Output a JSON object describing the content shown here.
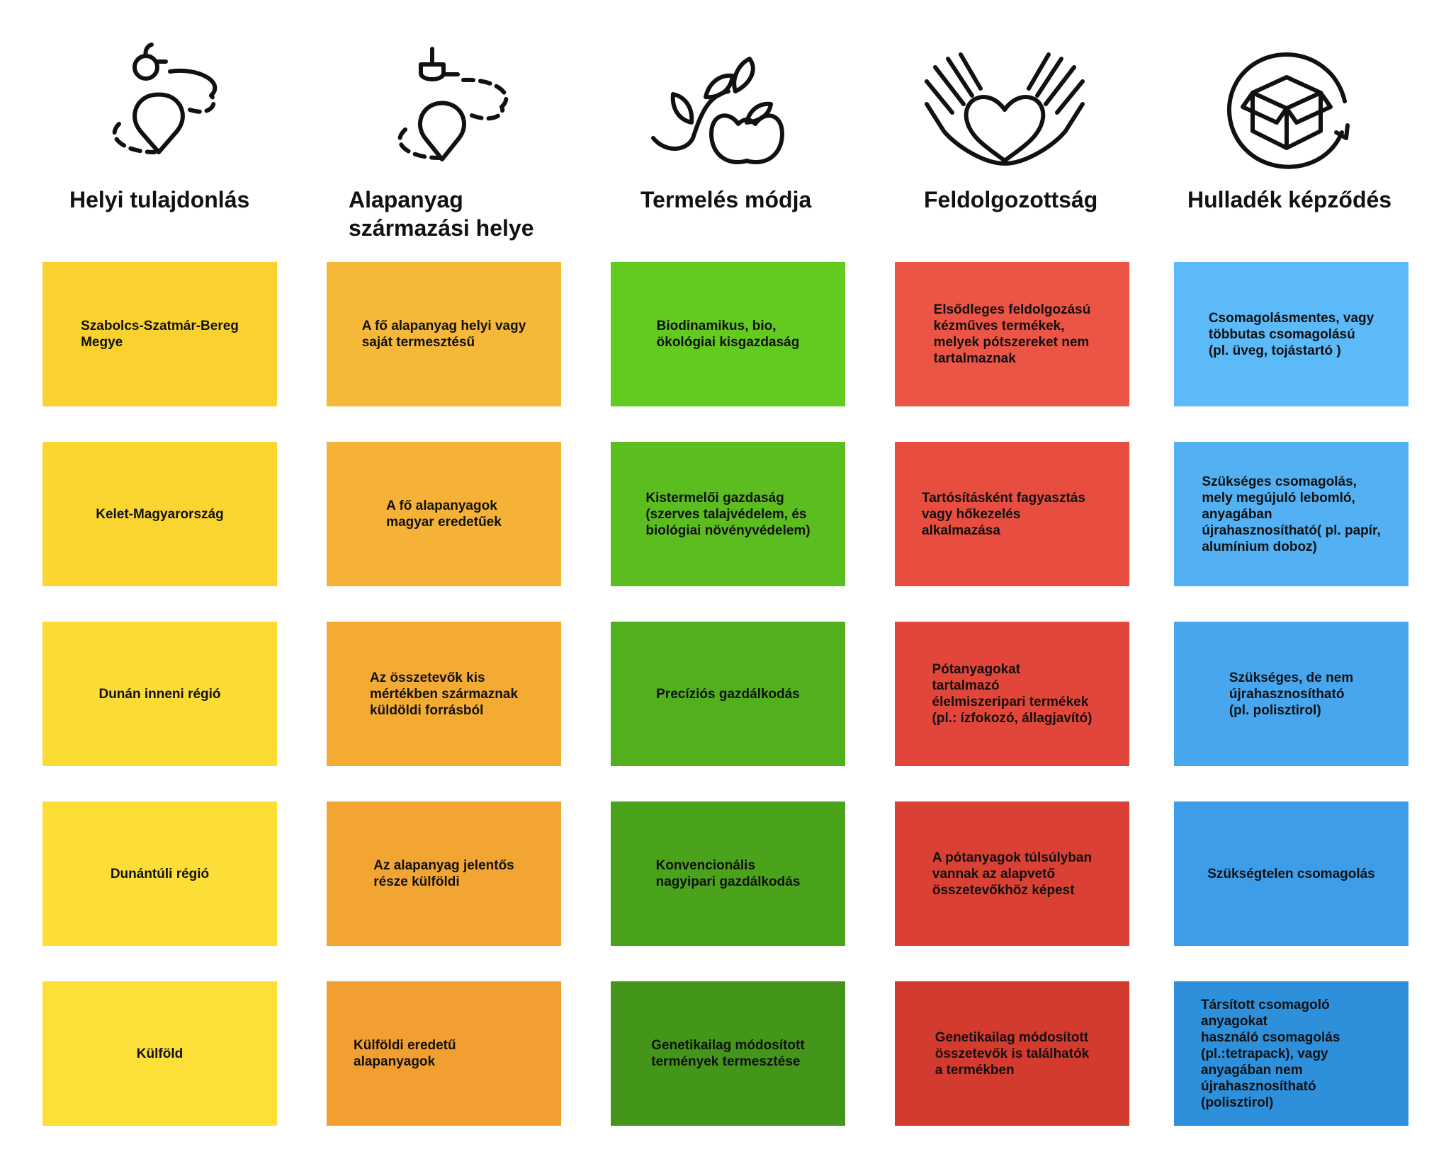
{
  "columns": [
    {
      "icon": "location-pin-apple-icon",
      "title": "Helyi tulajdonlás",
      "cards": [
        {
          "text": "Szabolcs-Szatmár-Bereg\nMegye",
          "color": "#FAD22F"
        },
        {
          "text": "Kelet-Magyarország",
          "color": "#FBD631"
        },
        {
          "text": "Dunán inneni régió",
          "color": "#FCDB34"
        },
        {
          "text": "Dunántúli régió",
          "color": "#FCDE36"
        },
        {
          "text": "Külföld",
          "color": "#FCE038"
        }
      ]
    },
    {
      "icon": "location-pin-shovel-icon",
      "title": "Alapanyag\nszármazási helye",
      "cards": [
        {
          "text": "A fő alapanyag helyi vagy\nsaját termesztésű",
          "color": "#F6B839"
        },
        {
          "text": "A fő alapanyagok\nmagyar eredetűek",
          "color": "#F5B236"
        },
        {
          "text": "Az összetevők kis\nmértékben származnak\nküldöldi forrásból",
          "color": "#F4AB34"
        },
        {
          "text": "Az alapanyag jelentős\nrésze külföldi",
          "color": "#F3A533"
        },
        {
          "text": "Külföldi eredetű alapanyagok",
          "color": "#F29F31"
        }
      ]
    },
    {
      "icon": "plant-apple-icon",
      "title": "Termelés módja",
      "cards": [
        {
          "text": "Biodinamikus, bio,\nökológiai kisgazdaság",
          "color": "#63CA20"
        },
        {
          "text": "Kistermelői gazdaság\n(szerves talajvédelem, és\nbiológiai növényvédelem)",
          "color": "#5BBD1F"
        },
        {
          "text": "Precíziós gazdálkodás",
          "color": "#52B01D"
        },
        {
          "text": "Konvencionális\nnagyipari gazdálkodás",
          "color": "#4AA31B"
        },
        {
          "text": "Genetikailag módosított\ntermények termesztése",
          "color": "#43961A"
        }
      ]
    },
    {
      "icon": "hands-heart-icon",
      "title": "Feldolgozottság",
      "cards": [
        {
          "text": "Elsődleges feldolgozású\nkézműves termékek,\nmelyek pótszereket nem\ntartalmaznak",
          "color": "#EC5546"
        },
        {
          "text": "Tartósításként fagyasztás\nvagy hőkezelés alkalmazása",
          "color": "#E74E3F"
        },
        {
          "text": "Pótanyagokat\ntartalmazó\nélelmiszeripari termékek\n(pl.: ízfokozó, állagjavító)",
          "color": "#E2463A"
        },
        {
          "text": "A pótanyagok túlsúlyban\nvannak az alapvető\nösszetevőkhöz képest",
          "color": "#DA4134"
        },
        {
          "text": "Genetikailag módosított\nösszetevők is találhatók\na termékben",
          "color": "#D33B2F"
        }
      ]
    },
    {
      "icon": "recycle-box-icon",
      "title": "Hulladék képződés",
      "cards": [
        {
          "text": "Csomagolásmentes, vagy\ntöbbutas csomagolású\n(pl. üveg, tojástartó )",
          "color": "#5CBAF8"
        },
        {
          "text": "Szükséges csomagolás,\nmely megújuló lebomló,\nanyagában\nújrahasznosítható( pl. papír,\nalumínium doboz)",
          "color": "#52B0F3"
        },
        {
          "text": "Szükséges, de nem\nújrahasznosítható\n(pl. polisztirol)",
          "color": "#48A6EE"
        },
        {
          "text": "Szükségtelen csomagolás",
          "color": "#3E9DE8"
        },
        {
          "text": "Társított csomagoló anyagokat\nhasználó csomagolás\n(pl.:tetrapack), vagy\nanyagában nem\nújrahasznosítható (polisztirol)",
          "color": "#2E8FDB"
        }
      ]
    }
  ]
}
